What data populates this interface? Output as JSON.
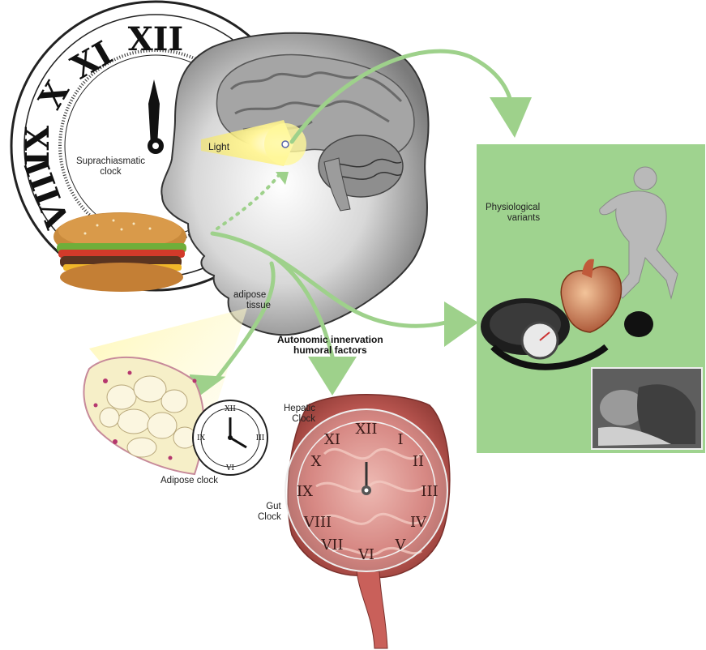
{
  "labels": {
    "light": "Light",
    "scn_line1": "Suprachiasmatic",
    "scn_line2": "clock",
    "adipose_tissue_line1": "adipose",
    "adipose_tissue_line2": "tissue",
    "autonomic_line1": "Autonomic innervation",
    "autonomic_line2": "humoral factors",
    "physio_line1": "Physiological",
    "physio_line2": "variants",
    "hepatic_line1": "Hepatic",
    "hepatic_line2": "Clock",
    "gut_line1": "Gut",
    "gut_line2": "Clock",
    "adipose_clock": "Adipose clock"
  },
  "clock_numerals": [
    "XII",
    "I",
    "II",
    "III",
    "IV",
    "V",
    "VI",
    "VII",
    "VIII",
    "IX",
    "X",
    "XI"
  ],
  "colors": {
    "arrow_green": "#9ed18b",
    "panel_green": "#9fd38f",
    "light_yellow": "#fff38a",
    "brain_gray": "#9a9a9a"
  },
  "icons": [
    "wall-clock-icon",
    "brain-icon",
    "hamburger-icon",
    "adipose-cells-icon",
    "small-clock-icon",
    "intestine-icon",
    "running-person-icon",
    "blood-pressure-cuff-icon",
    "heart-icon",
    "sleeping-person-icon"
  ]
}
